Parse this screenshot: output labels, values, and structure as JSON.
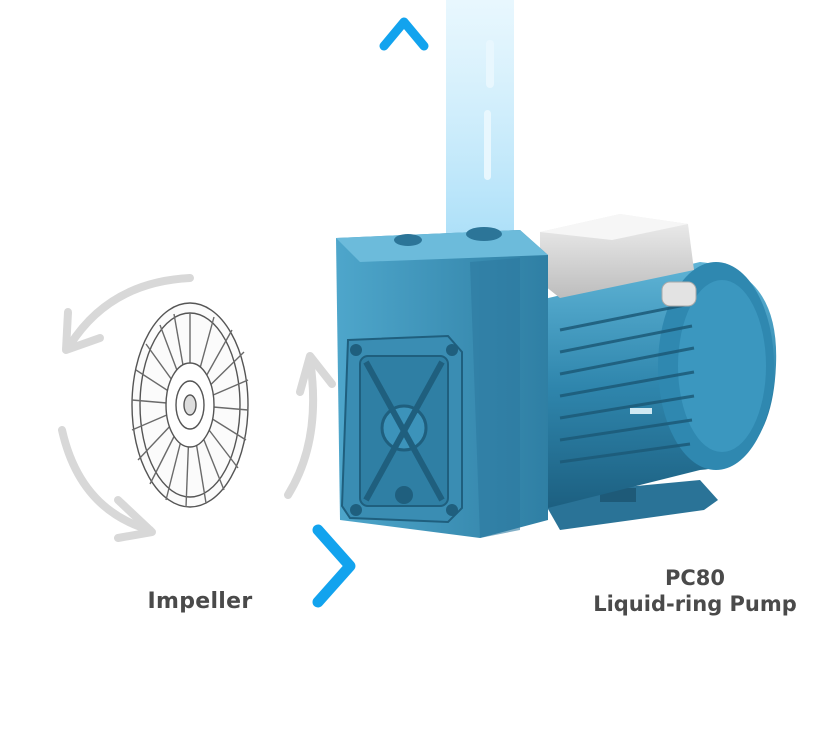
{
  "labels": {
    "impeller": "Impeller",
    "model": "PC80",
    "product_name": "Liquid-ring Pump"
  },
  "colors": {
    "arrow_dark": "#0a3fb0",
    "arrow_light": "#12a3ee",
    "pump_body": "#3b8fb4",
    "pump_dark": "#1f5f7e",
    "rotation_arrow": "#d8d8d8",
    "water_stream": "#bfe8fb",
    "label_text": "#4a4a4a"
  },
  "icons": {
    "outlet_flow": "arrow-up-icon",
    "inlet_flow": "arrow-right-icon",
    "rotation": "rotation-arrows-icon",
    "impeller_drawing": "impeller-icon"
  }
}
